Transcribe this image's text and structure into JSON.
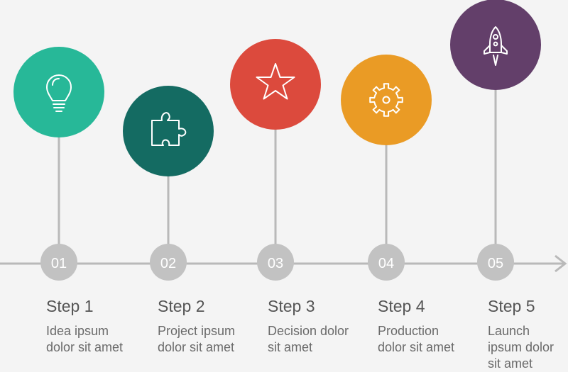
{
  "colors": {
    "line": "#b9b9b9",
    "node": "#c2c2c2",
    "node_text": "#ffffff"
  },
  "steps": [
    {
      "number": "01",
      "title": "Step 1",
      "description": "Idea ipsum dolor sit amet",
      "color": "#27b898",
      "icon": "lightbulb-icon"
    },
    {
      "number": "02",
      "title": "Step 2",
      "description": "Project ipsum dolor sit amet",
      "color": "#146b62",
      "icon": "puzzle-icon"
    },
    {
      "number": "03",
      "title": "Step 3",
      "description": "Decision dolor sit amet",
      "color": "#dc4a3d",
      "icon": "star-icon"
    },
    {
      "number": "04",
      "title": "Step 4",
      "description": "Production dolor sit amet",
      "color": "#ea9b25",
      "icon": "gear-icon"
    },
    {
      "number": "05",
      "title": "Step 5",
      "description": "Launch ipsum dolor sit amet",
      "color": "#633f6a",
      "icon": "rocket-icon"
    }
  ]
}
